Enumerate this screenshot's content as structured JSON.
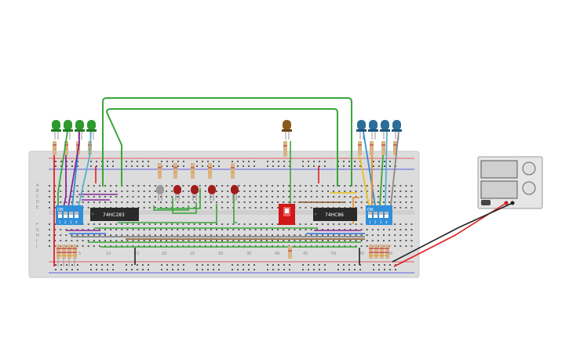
{
  "chips": {
    "left": {
      "label": "74HC283"
    },
    "right": {
      "label": "74HC86"
    }
  },
  "dip_switches": {
    "left": {
      "on_label": "ON",
      "position_labels": [
        "1",
        "2",
        "3",
        "4"
      ]
    },
    "right": {
      "on_label": "ON",
      "position_labels": [
        "1",
        "2",
        "3",
        "4"
      ]
    }
  },
  "breadboard": {
    "column_numbers": [
      "5",
      "10",
      "15",
      "20",
      "25",
      "30",
      "35",
      "40",
      "45",
      "50",
      "55",
      "60"
    ],
    "row_letters": [
      "A",
      "B",
      "C",
      "D",
      "E",
      "F",
      "G",
      "H",
      "I",
      "J"
    ]
  },
  "leds": {
    "left_group": [
      "green",
      "green",
      "green",
      "green"
    ],
    "right_group": [
      "blue",
      "blue",
      "blue",
      "blue"
    ],
    "center_group": [
      "gray",
      "red",
      "red",
      "red",
      "red"
    ],
    "indicator": "brown"
  },
  "power_supply": {
    "icon": "bench-power-supply-icon"
  },
  "colors": {
    "breadboard": "#dcdcdc",
    "wire_green": "#3aa63a",
    "wire_red": "#e02020",
    "wire_black": "#222222",
    "led_green": "#2e9a2e",
    "led_blue": "#2b6e9a",
    "led_red": "#a31c1c",
    "dip_blue": "#2f8fd8",
    "chip": "#2a2a2a"
  }
}
